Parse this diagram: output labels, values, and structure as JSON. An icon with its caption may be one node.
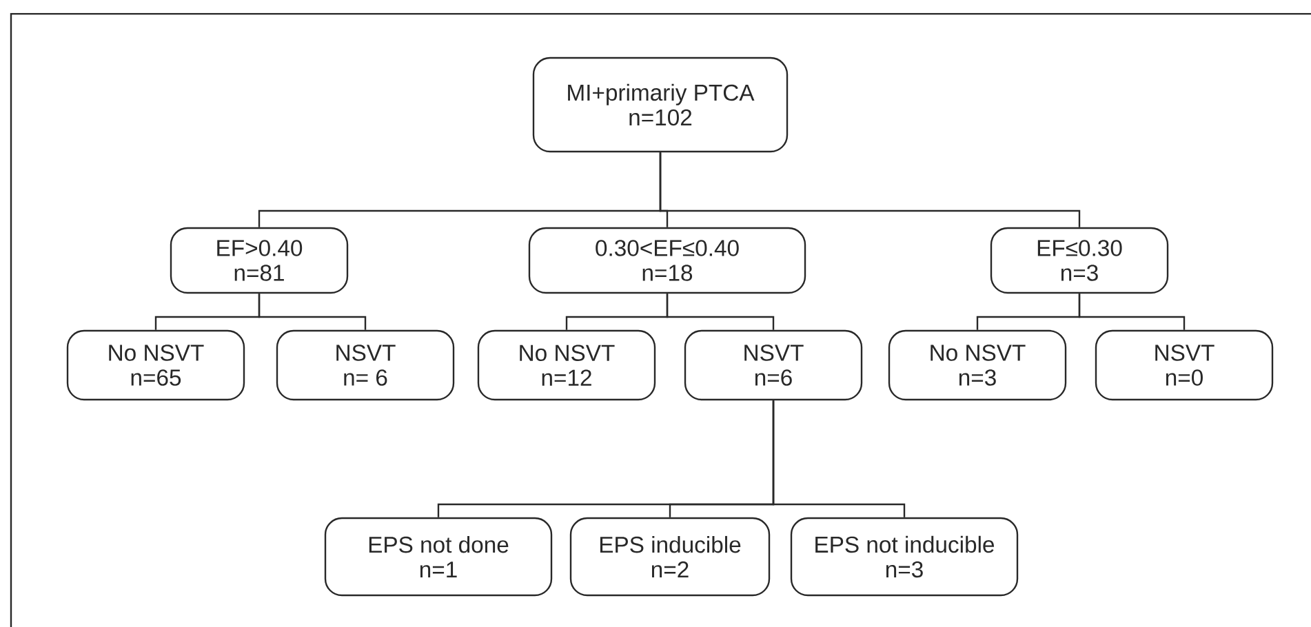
{
  "diagram": {
    "nodes": [
      {
        "text": [
          "MI+primariy PTCA",
          "n=102"
        ]
      },
      {
        "text": [
          "EF>0.40",
          "n=81"
        ]
      },
      {
        "text": [
          "0.30<EF≤0.40",
          "n=18"
        ]
      },
      {
        "text": [
          "EF≤0.30",
          "n=3"
        ]
      },
      {
        "text": [
          "No NSVT",
          "n=65"
        ]
      },
      {
        "text": [
          "NSVT",
          "n= 6"
        ]
      },
      {
        "text": [
          "No NSVT",
          "n=12"
        ]
      },
      {
        "text": [
          "NSVT",
          "n=6"
        ]
      },
      {
        "text": [
          "No NSVT",
          "n=3"
        ]
      },
      {
        "text": [
          "NSVT",
          "n=0"
        ]
      },
      {
        "text": [
          "EPS not done",
          "n=1"
        ]
      },
      {
        "text": [
          "EPS inducible",
          "n=2"
        ]
      },
      {
        "text": [
          "EPS not inducible",
          "n=3"
        ]
      }
    ],
    "edges": [
      {
        "from": 0,
        "to": 1,
        "arrow": "none"
      },
      {
        "from": 0,
        "to": 2,
        "arrow": "none"
      },
      {
        "from": 0,
        "to": 3,
        "arrow": "none"
      },
      {
        "from": 1,
        "to": 4,
        "arrow": "none"
      },
      {
        "from": 1,
        "to": 5,
        "arrow": "none"
      },
      {
        "from": 2,
        "to": 6,
        "arrow": "none"
      },
      {
        "from": 2,
        "to": 7,
        "arrow": "none"
      },
      {
        "from": 3,
        "to": 8,
        "arrow": "none"
      },
      {
        "from": 3,
        "to": 9,
        "arrow": "none"
      },
      {
        "from": 7,
        "to": 10,
        "arrow": "none"
      },
      {
        "from": 7,
        "to": 11,
        "arrow": "none"
      },
      {
        "from": 7,
        "to": 12,
        "arrow": "none"
      }
    ]
  }
}
